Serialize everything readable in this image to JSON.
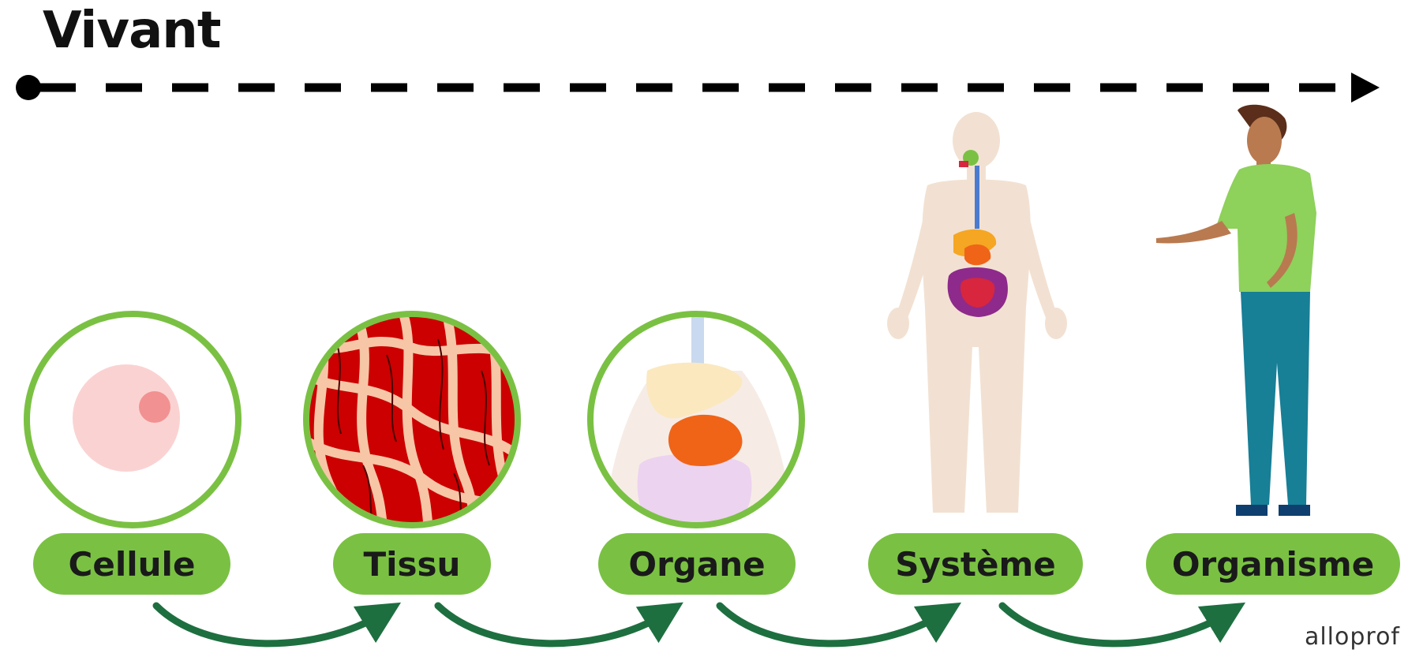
{
  "title": "Vivant",
  "stages": [
    {
      "label": "Cellule",
      "icon": "cell-icon"
    },
    {
      "label": "Tissu",
      "icon": "tissue-icon"
    },
    {
      "label": "Organe",
      "icon": "organ-icon"
    },
    {
      "label": "Système",
      "icon": "digestive-system-icon"
    },
    {
      "label": "Organisme",
      "icon": "person-organism-icon"
    }
  ],
  "brand": "alloprof",
  "colors": {
    "pill": "#7ac143",
    "ring": "#7ac143",
    "arrow": "#1e6f40",
    "timeline": "#000000"
  }
}
